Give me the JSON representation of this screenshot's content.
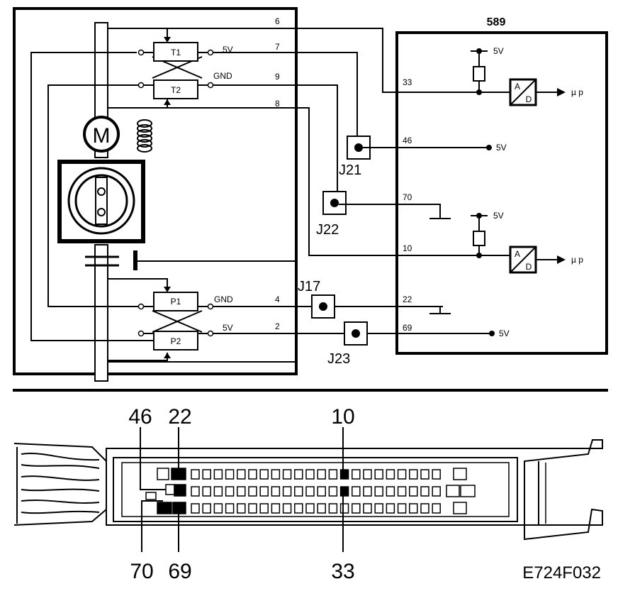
{
  "ecu": {
    "id": "589"
  },
  "motor": {
    "label": "M"
  },
  "sensors": {
    "t1": "T1",
    "t2": "T2",
    "p1": "P1",
    "p2": "P2"
  },
  "supply": {
    "v5": "5V",
    "gnd": "GND"
  },
  "pins_left": {
    "p6": "6",
    "p7": "7",
    "p9": "9",
    "p8": "8",
    "p4": "4",
    "p2": "2"
  },
  "pins_ecu": {
    "p33": "33",
    "p46": "46",
    "p70": "70",
    "p10": "10",
    "p22": "22",
    "p69": "69"
  },
  "ad": {
    "a": "A",
    "d": "D",
    "output": "µ p"
  },
  "junctions": {
    "j21": "J21",
    "j22": "J22",
    "j17": "J17",
    "j23": "J23"
  },
  "connector_labels": {
    "l46": "46",
    "l22": "22",
    "l10": "10",
    "l70": "70",
    "l69": "69",
    "l33": "33"
  },
  "figure_code": "E724F032"
}
